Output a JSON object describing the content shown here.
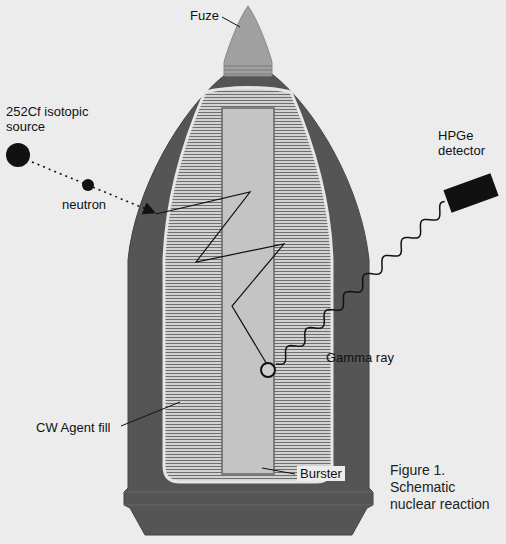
{
  "diagram": {
    "caption": "Figure 1. Schematic nuclear reaction",
    "nodes": [
      {
        "text": [
          "252Cf isotopic source"
        ]
      },
      {
        "text": [
          "HPGe detector"
        ]
      }
    ],
    "labels": [
      "Fuze",
      "neutron",
      "Gamma ray",
      "CW Agent fill",
      "Burster"
    ]
  }
}
